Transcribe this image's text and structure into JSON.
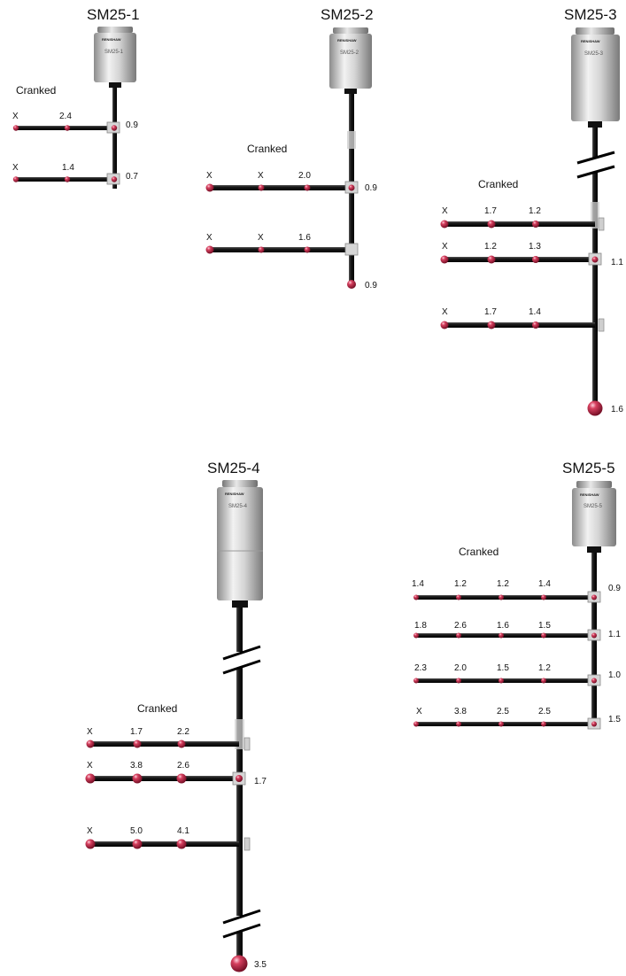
{
  "cranked_label": "Cranked",
  "brand": "RENISHAW",
  "units": [
    {
      "id": "sm25-1",
      "title": "SM25-1",
      "model": "SM25-1",
      "rows": [
        {
          "ext": [
            "X",
            "2.4"
          ],
          "tip": "0.9"
        },
        {
          "ext": [
            "X",
            "1.4"
          ],
          "tip": "0.7"
        }
      ]
    },
    {
      "id": "sm25-2",
      "title": "SM25-2",
      "model": "SM25-2",
      "rows": [
        {
          "ext": [
            "X",
            "X",
            "2.0"
          ],
          "tip": "0.9"
        },
        {
          "ext": [
            "X",
            "X",
            "1.6"
          ],
          "tip": ""
        }
      ],
      "bottom": "0.9"
    },
    {
      "id": "sm25-3",
      "title": "SM25-3",
      "model": "SM25-3",
      "rows": [
        {
          "ext": [
            "X",
            "1.7",
            "1.2"
          ],
          "tip": ""
        },
        {
          "ext": [
            "X",
            "1.2",
            "1.3"
          ],
          "tip": "1.1"
        },
        {
          "ext": [
            "X",
            "1.7",
            "1.4"
          ],
          "tip": ""
        }
      ],
      "bottom": "1.6"
    },
    {
      "id": "sm25-4",
      "title": "SM25-4",
      "model": "SM25-4",
      "rows": [
        {
          "ext": [
            "X",
            "1.7",
            "2.2"
          ],
          "tip": ""
        },
        {
          "ext": [
            "X",
            "3.8",
            "2.6"
          ],
          "tip": "1.7"
        },
        {
          "ext": [
            "X",
            "5.0",
            "4.1"
          ],
          "tip": ""
        }
      ],
      "bottom": "3.5"
    },
    {
      "id": "sm25-5",
      "title": "SM25-5",
      "model": "SM25-5",
      "rows": [
        {
          "ext": [
            "1.4",
            "1.2",
            "1.2",
            "1.4"
          ],
          "tip": "0.9"
        },
        {
          "ext": [
            "1.8",
            "2.6",
            "1.6",
            "1.5"
          ],
          "tip": "1.1"
        },
        {
          "ext": [
            "2.3",
            "2.0",
            "1.5",
            "1.2"
          ],
          "tip": "1.0"
        },
        {
          "ext": [
            "X",
            "3.8",
            "2.5",
            "2.5"
          ],
          "tip": "1.5"
        }
      ]
    }
  ]
}
